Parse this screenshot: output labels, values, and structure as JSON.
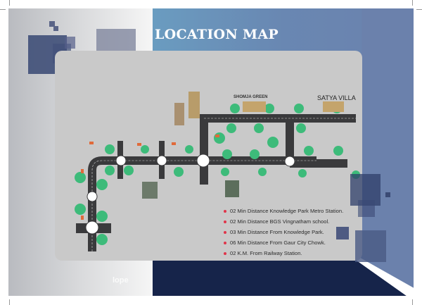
{
  "title": "LOCATION MAP",
  "projects": [
    {
      "name": "SHOMJA GREEN"
    },
    {
      "name": "SATYA VILLA"
    }
  ],
  "highlights": [
    "02 Min Distance Knowledge Park Metro Station.",
    "02 Min Distance BGS Vingnatham school.",
    "03 Min Distance From Knowledge Park.",
    "06 Min Distance  From Gaur City Chowk.",
    "02 K.M. From Railway Station."
  ],
  "watermark": "lope",
  "colors": {
    "title_bg": "#6a9cc0",
    "navy": "#16244a",
    "map_bg": "#c9c9c9",
    "road": "#3a3a3c",
    "tree": "#3dbb7a",
    "bullet": "#e0344a"
  }
}
